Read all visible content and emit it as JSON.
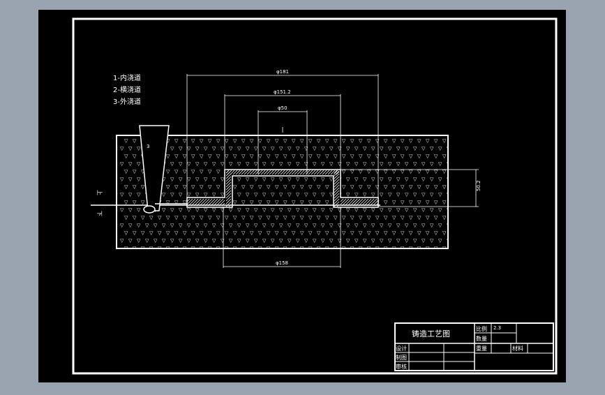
{
  "colors": {
    "background": "#9aa3b0",
    "sheet": "#000000",
    "line": "#ffffff",
    "legend_text": "#ffffff"
  },
  "legend": {
    "item1": "1-内浇道",
    "item2": "2-横浇道",
    "item3": "3-外浇道"
  },
  "dimensions": {
    "d181": "φ181",
    "d151": "φ151.2",
    "d50": "φ50",
    "d158": "φ158",
    "h50": "50.2"
  },
  "sprue_label": "3",
  "parting_labels": {
    "upper": "上",
    "lower": "下"
  },
  "title_block": {
    "title": "铸造工艺图",
    "scale_label": "比例",
    "scale_value": "2.3",
    "qty_label": "数量",
    "weight_label": "重量",
    "material_label": "材料",
    "design_label": "设计",
    "draw_label": "制图",
    "check_label": "审核"
  },
  "sand_symbol": "▽"
}
